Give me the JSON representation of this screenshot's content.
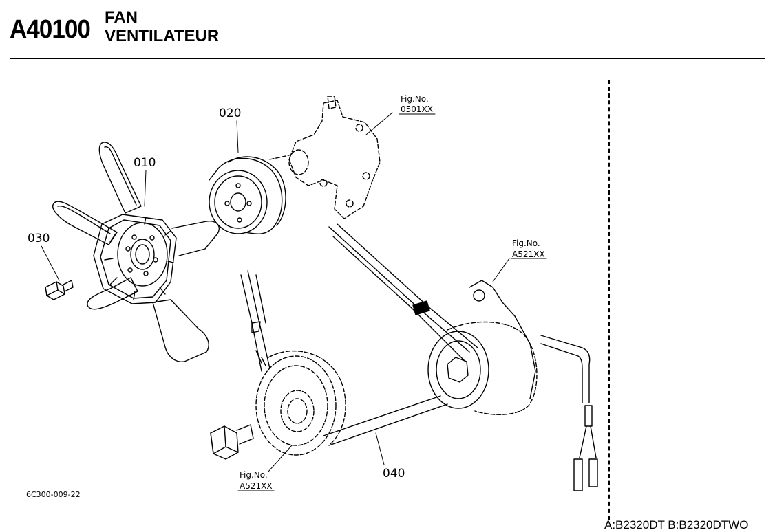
{
  "header": {
    "code": "A40100",
    "title_en": "FAN",
    "title_fr": "VENTILATEUR"
  },
  "labels": {
    "p010": "010",
    "p020": "020",
    "p030": "030",
    "p040": "040",
    "ref_pump_a": "Fig.No.",
    "ref_pump_b": "0501XX",
    "ref_alt_a": "Fig.No.",
    "ref_alt_b": "A521XX",
    "ref_pulley_a": "Fig.No.",
    "ref_pulley_b": "A521XX"
  },
  "drawing_code": "6C300-009-22",
  "footer": "A:B2320DT B:B2320DTWO"
}
